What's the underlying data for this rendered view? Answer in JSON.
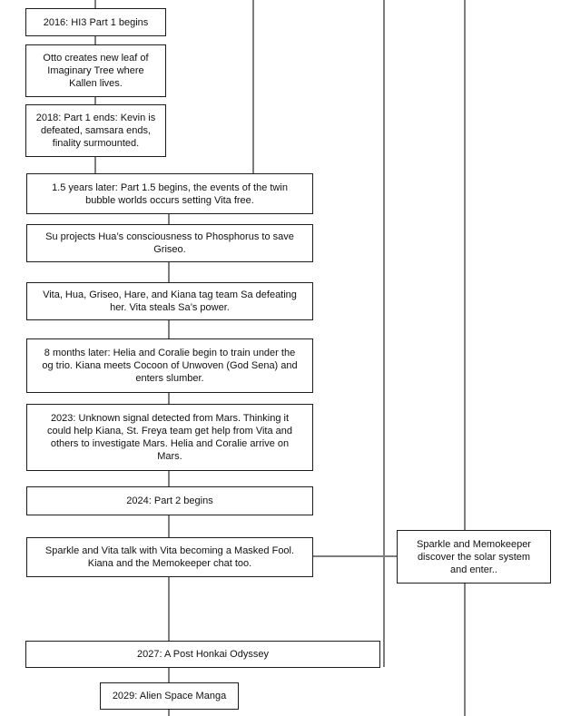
{
  "diagram": {
    "type": "flowchart-timeline",
    "subject": "HI3 timeline",
    "colors": {
      "connector": "#7d7d7d",
      "box_border": "#1c1c1c",
      "box_background": "#ffffff",
      "text": "#111111",
      "page_background": "#ffffff"
    },
    "boxes": [
      {
        "id": "b2016",
        "label": "2016: HI3 Part 1 begins"
      },
      {
        "id": "botto",
        "label": "Otto creates new leaf of\nImaginary Tree where\nKallen lives."
      },
      {
        "id": "b2018",
        "label": "2018: Part 1 ends: Kevin is\ndefeated, samsara ends,\nfinality surmounted."
      },
      {
        "id": "bpart15",
        "label": "1.5 years later: Part 1.5 begins, the events of the twin\nbubble worlds occurs setting Vita free."
      },
      {
        "id": "bsu",
        "label": "Su projects Hua’s consciousness to Phosphorus to save\nGriseo."
      },
      {
        "id": "btagteam",
        "label": "Vita, Hua, Griseo, Hare, and Kiana tag team Sa defeating\nher. Vita steals Sa’s power."
      },
      {
        "id": "b8months",
        "label": "8 months later: Helia and Coralie begin to train under the\nog trio. Kiana meets Cocoon of Unwoven (God Sena) and\nenters slumber."
      },
      {
        "id": "b2023",
        "label": "2023: Unknown signal detected from Mars. Thinking it\ncould help Kiana, St. Freya team get help from Vita and\nothers to investigate Mars. Helia and Coralie arrive on\nMars."
      },
      {
        "id": "b2024",
        "label": "2024: Part 2 begins"
      },
      {
        "id": "bsparklevita",
        "label": "Sparkle and Vita talk with Vita becoming a Masked Fool.\nKiana and the Memokeeper chat too."
      },
      {
        "id": "bmemokeeper",
        "label": "Sparkle and Memokeeper\ndiscover the solar system\nand enter.."
      },
      {
        "id": "b2027",
        "label": "2027: A Post Honkai Odyssey"
      },
      {
        "id": "b2029",
        "label": "2029: Alien Space Manga"
      }
    ]
  }
}
